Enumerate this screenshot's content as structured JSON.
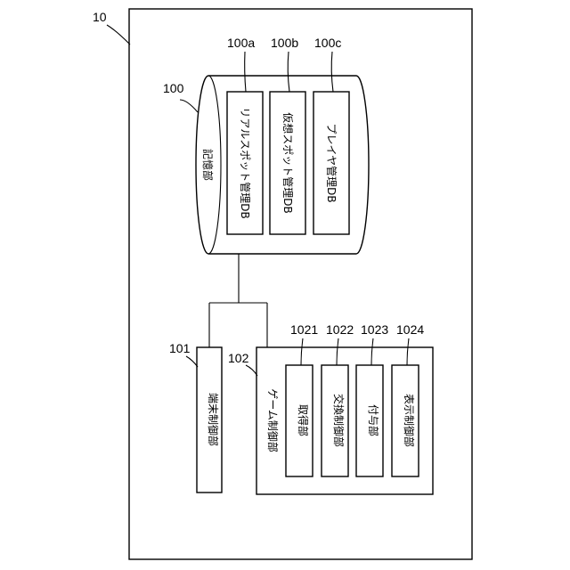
{
  "system_ref": "10",
  "storage": {
    "ref": "100",
    "label": "記憶部",
    "databases": [
      {
        "ref": "100a",
        "label": "リアルスポット管理DB"
      },
      {
        "ref": "100b",
        "label": "仮想スポット管理DB"
      },
      {
        "ref": "100c",
        "label": "プレイヤ管理DB"
      }
    ]
  },
  "terminal_control": {
    "ref": "101",
    "label": "端末制御部"
  },
  "game_control": {
    "ref": "102",
    "label": "ゲーム制御部",
    "units": [
      {
        "ref": "1021",
        "label": "取得部"
      },
      {
        "ref": "1022",
        "label": "交換制御部"
      },
      {
        "ref": "1023",
        "label": "付与部"
      },
      {
        "ref": "1024",
        "label": "表示制御部"
      }
    ]
  }
}
